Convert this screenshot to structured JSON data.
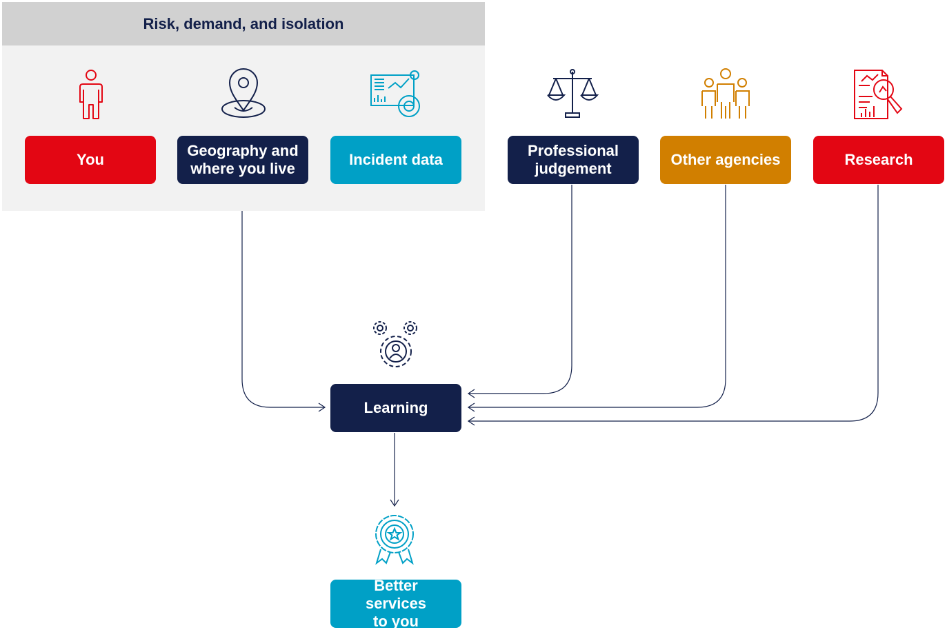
{
  "group": {
    "title": "Risk, demand, and isolation"
  },
  "nodes": {
    "you": "You",
    "geography": "Geography and where you live",
    "incident": "Incident data",
    "professional": "Professional judgement",
    "agencies": "Other agencies",
    "research": "Research",
    "learning": "Learning",
    "better": "Better services to you"
  },
  "colors": {
    "red": "#e30613",
    "navy": "#13204a",
    "blue": "#00a0c6",
    "amber": "#d17f00",
    "panel": "#f2f2f2",
    "header": "#d1d1d1"
  },
  "icons": {
    "you": "person-icon",
    "geography": "map-pin-icon",
    "incident": "dashboard-icon",
    "professional": "scales-icon",
    "agencies": "people-group-icon",
    "research": "report-magnifier-icon",
    "learning": "gears-person-icon",
    "better": "award-rosette-icon"
  }
}
